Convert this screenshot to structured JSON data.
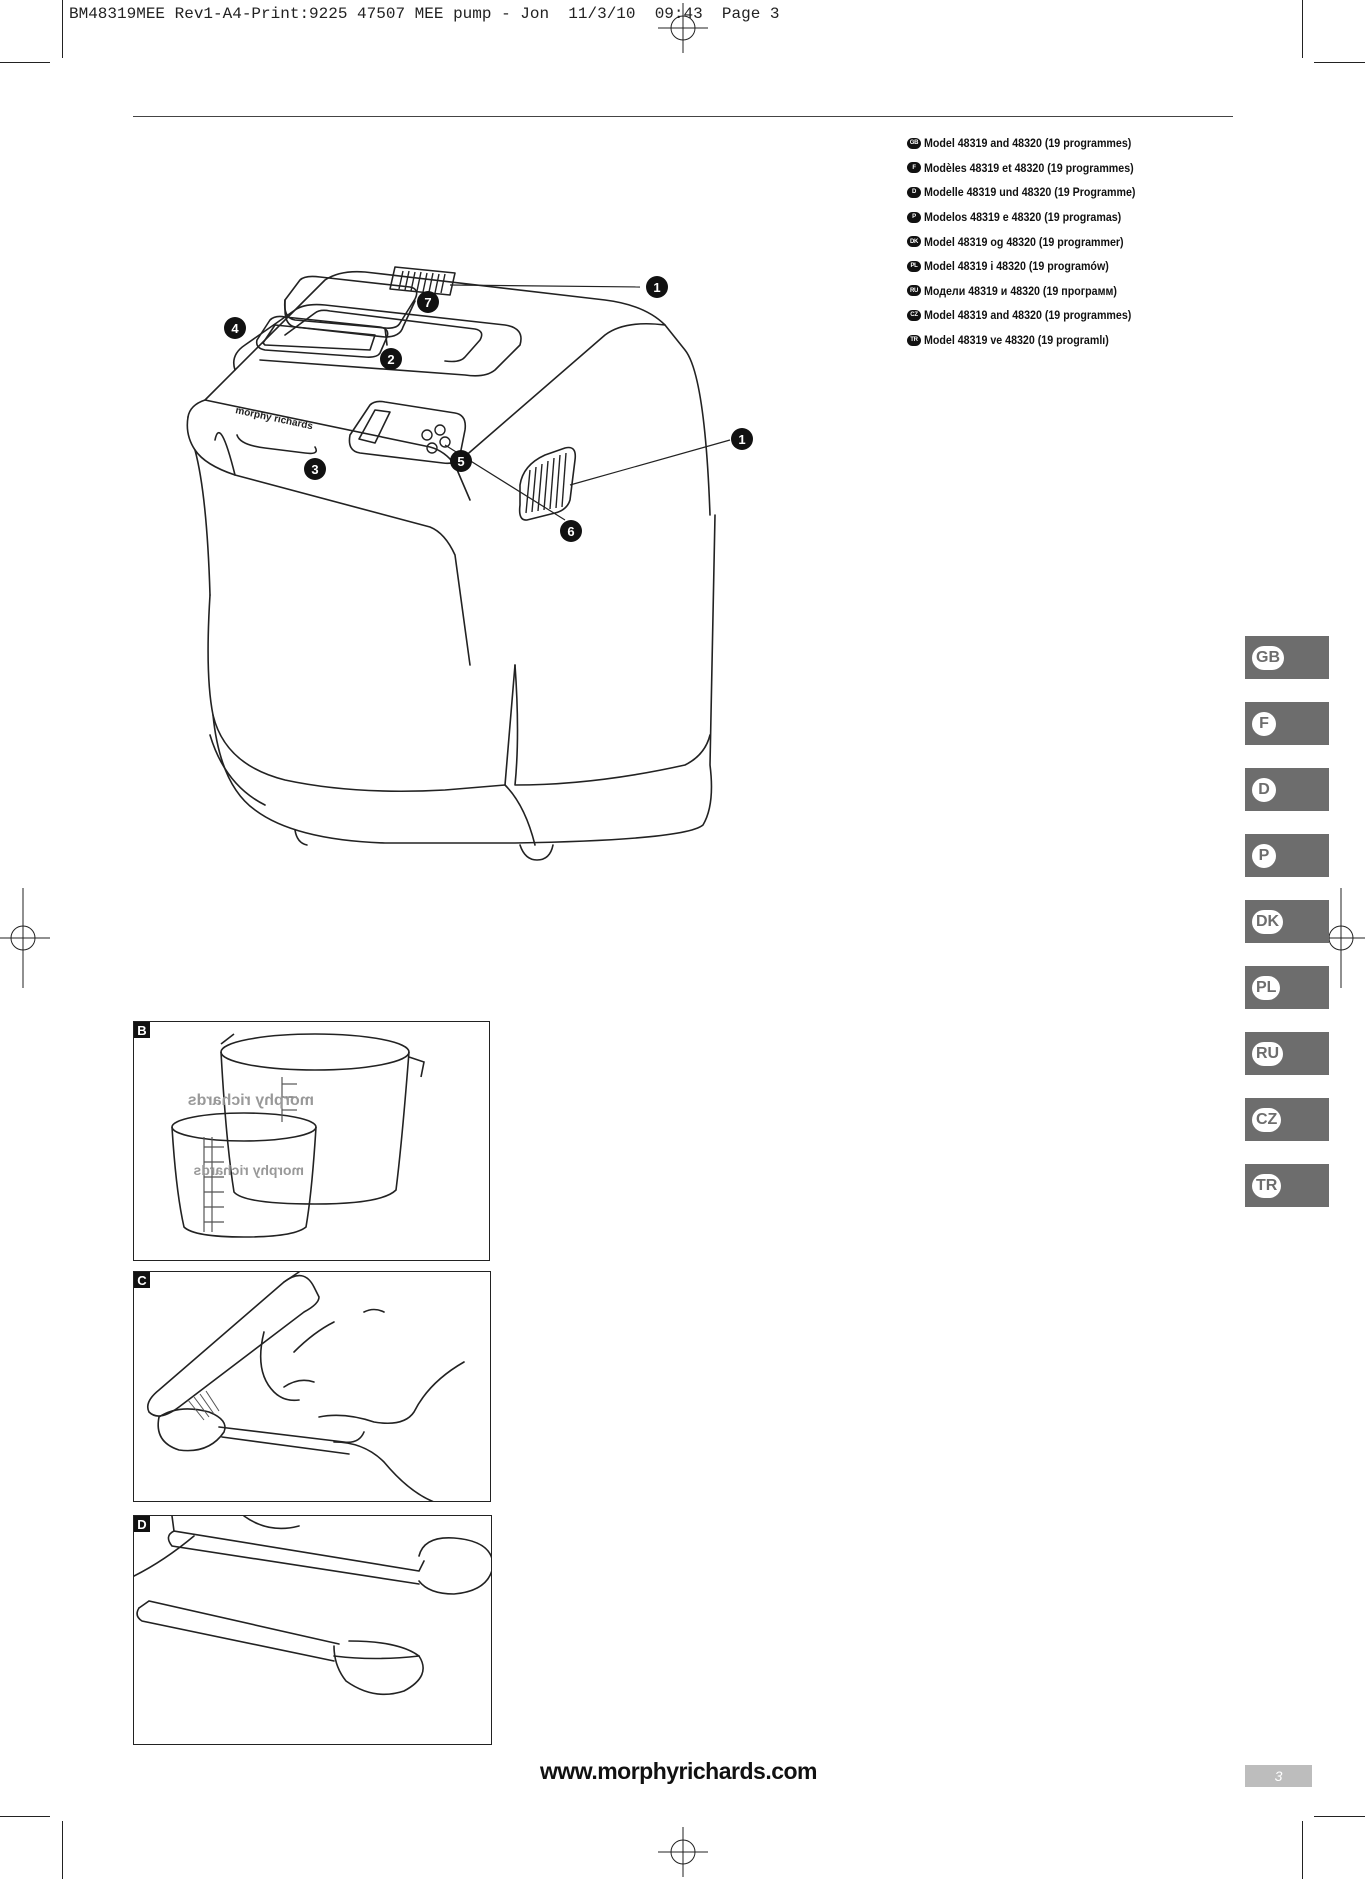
{
  "print_header": "BM48319MEE Rev1-A4-Print:9225 47507 MEE pump - Jon  11/3/10  09:43  Page 3",
  "models": [
    {
      "lang": "GB",
      "text": "Model 48319 and 48320 (19 programmes)"
    },
    {
      "lang": "F",
      "text": "Modèles 48319 et 48320 (19 programmes)"
    },
    {
      "lang": "D",
      "text": "Modelle 48319 und 48320 (19 Programme)"
    },
    {
      "lang": "P",
      "text": "Modelos 48319 e 48320 (19 programas)"
    },
    {
      "lang": "DK",
      "text": "Model 48319 og 48320 (19 programmer)"
    },
    {
      "lang": "PL",
      "text": "Model 48319 i 48320 (19 programów)"
    },
    {
      "lang": "RU",
      "text": "Модели 48319 и 48320 (19 программ)"
    },
    {
      "lang": "CZ",
      "text": "Model 48319 and 48320 (19 programmes)"
    },
    {
      "lang": "TR",
      "text": "Model 48319 ve 48320 (19 programlı)"
    }
  ],
  "language_tabs": [
    "GB",
    "F",
    "D",
    "P",
    "DK",
    "PL",
    "RU",
    "CZ",
    "TR"
  ],
  "main_figure": {
    "brand_logo": "morphy richards",
    "callouts": [
      "1",
      "7",
      "4",
      "2",
      "1",
      "5",
      "3",
      "6"
    ]
  },
  "figures": [
    {
      "letter": "B",
      "cup_text": "morphy richards"
    },
    {
      "letter": "C"
    },
    {
      "letter": "D"
    }
  ],
  "footer": {
    "url": "www.morphyrichards.com",
    "page_number": "3"
  },
  "colors": {
    "tab_gray": "#6d6d6d",
    "page_number_gray": "#bdbdbd",
    "ink": "#111111"
  }
}
